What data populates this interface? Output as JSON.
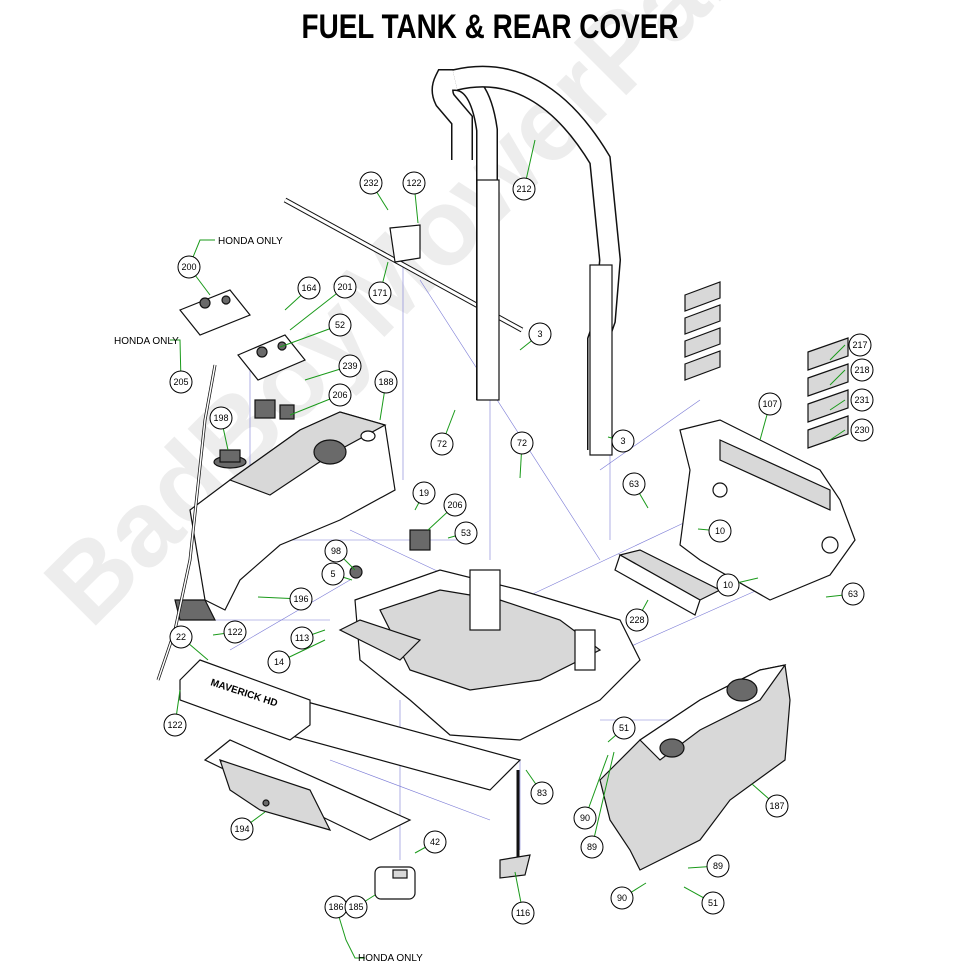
{
  "title": "FUEL TANK & REAR COVER",
  "watermark": "BadBoyMowerParts.com",
  "notes": {
    "honda_only_1": "HONDA ONLY",
    "honda_only_2": "HONDA ONLY",
    "honda_only_3": "HONDA ONLY"
  },
  "logo_text": "MAVERICK HD",
  "callouts": [
    {
      "id": "c232",
      "label": "232"
    },
    {
      "id": "c122a",
      "label": "122"
    },
    {
      "id": "c212",
      "label": "212"
    },
    {
      "id": "c171",
      "label": "171"
    },
    {
      "id": "c200",
      "label": "200"
    },
    {
      "id": "c164",
      "label": "164"
    },
    {
      "id": "c201",
      "label": "201"
    },
    {
      "id": "c52",
      "label": "52"
    },
    {
      "id": "c3a",
      "label": "3"
    },
    {
      "id": "c205",
      "label": "205"
    },
    {
      "id": "c239",
      "label": "239"
    },
    {
      "id": "c206a",
      "label": "206"
    },
    {
      "id": "c188",
      "label": "188"
    },
    {
      "id": "c217",
      "label": "217"
    },
    {
      "id": "c218",
      "label": "218"
    },
    {
      "id": "c231",
      "label": "231"
    },
    {
      "id": "c107",
      "label": "107"
    },
    {
      "id": "c230",
      "label": "230"
    },
    {
      "id": "c198",
      "label": "198"
    },
    {
      "id": "c72a",
      "label": "72"
    },
    {
      "id": "c72b",
      "label": "72"
    },
    {
      "id": "c3b",
      "label": "3"
    },
    {
      "id": "c63a",
      "label": "63"
    },
    {
      "id": "c19",
      "label": "19"
    },
    {
      "id": "c206b",
      "label": "206"
    },
    {
      "id": "c53",
      "label": "53"
    },
    {
      "id": "c10a",
      "label": "10"
    },
    {
      "id": "c98",
      "label": "98"
    },
    {
      "id": "c5",
      "label": "5"
    },
    {
      "id": "c10b",
      "label": "10"
    },
    {
      "id": "c63b",
      "label": "63"
    },
    {
      "id": "c196",
      "label": "196"
    },
    {
      "id": "c228",
      "label": "228"
    },
    {
      "id": "c22",
      "label": "22"
    },
    {
      "id": "c122b",
      "label": "122"
    },
    {
      "id": "c113",
      "label": "113"
    },
    {
      "id": "c14",
      "label": "14"
    },
    {
      "id": "c122c",
      "label": "122"
    },
    {
      "id": "c51a",
      "label": "51"
    },
    {
      "id": "c83",
      "label": "83"
    },
    {
      "id": "c187",
      "label": "187"
    },
    {
      "id": "c90a",
      "label": "90"
    },
    {
      "id": "c89a",
      "label": "89"
    },
    {
      "id": "c194",
      "label": "194"
    },
    {
      "id": "c42",
      "label": "42"
    },
    {
      "id": "c89b",
      "label": "89"
    },
    {
      "id": "c90b",
      "label": "90"
    },
    {
      "id": "c51b",
      "label": "51"
    },
    {
      "id": "c186",
      "label": "186"
    },
    {
      "id": "c185",
      "label": "185"
    },
    {
      "id": "c116",
      "label": "116"
    }
  ]
}
